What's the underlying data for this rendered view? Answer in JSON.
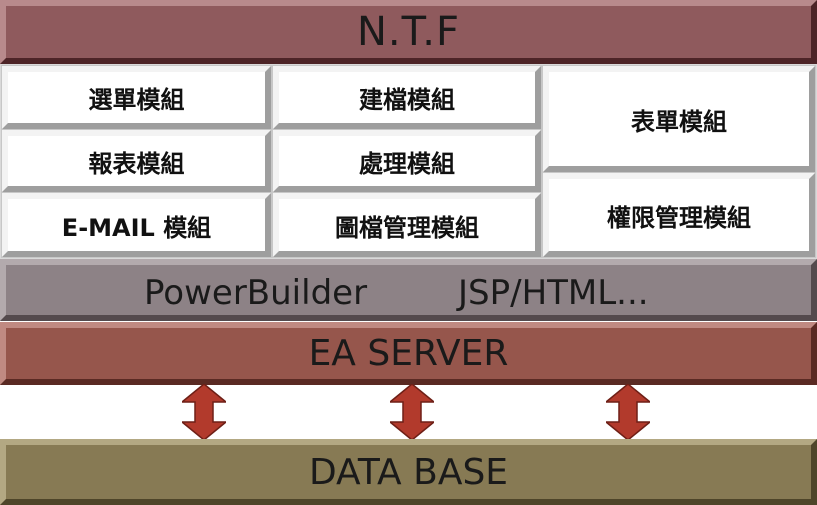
{
  "top_band": {
    "label": "N.T.F"
  },
  "modules": {
    "col1": [
      "選單模組",
      "報表模組",
      "E-MAIL 模組"
    ],
    "col2": [
      "建檔模組",
      "處理模組",
      "圖檔管理模組"
    ],
    "col3": [
      "表單模組",
      "權限管理模組"
    ]
  },
  "tools_band": {
    "label_left": "PowerBuilder",
    "label_right": "JSP/HTML..."
  },
  "server_band": {
    "label": "EA SERVER"
  },
  "database_band": {
    "label": "DATA BASE"
  },
  "arrows": {
    "count": 3,
    "color": "#b23a2c",
    "icon": "double-arrow-vertical-icon"
  },
  "colors": {
    "ntf": "#8f5a5d",
    "tools": "#8d8286",
    "server": "#96564c",
    "database": "#877a54"
  }
}
